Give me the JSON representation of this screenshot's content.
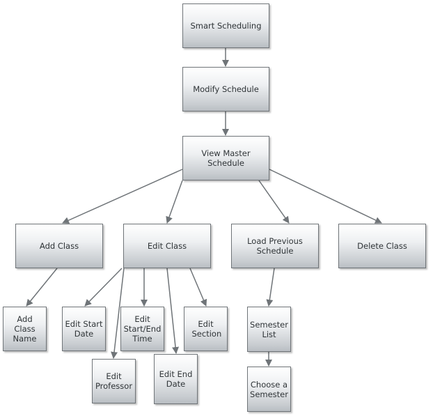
{
  "nodes": {
    "smart_scheduling": "Smart Scheduling",
    "modify_schedule": "Modify Schedule",
    "view_master_schedule": "View Master Schedule",
    "add_class": "Add Class",
    "edit_class": "Edit Class",
    "load_previous_schedule": "Load Previous Schedule",
    "delete_class": "Delete Class",
    "add_class_name": "Add Class Name",
    "edit_start_date": "Edit Start Date",
    "edit_start_end_time": "Edit Start/End Time",
    "edit_section": "Edit Section",
    "edit_professor": "Edit Professor",
    "edit_end_date": "Edit End Date",
    "semester_list": "Semester List",
    "choose_a_semester": "Choose a Semester"
  },
  "colors": {
    "edge": "#6f7478",
    "node_border": "#6f7478",
    "text": "#2f3437"
  }
}
